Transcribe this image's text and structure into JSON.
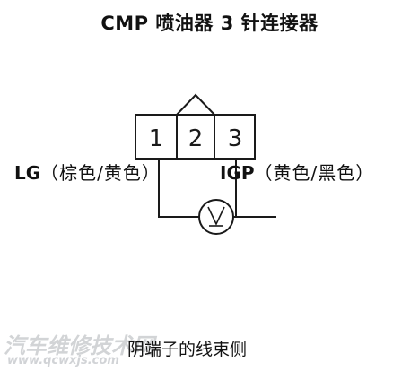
{
  "title": {
    "prefix": "CMP",
    "middle": "喷油器",
    "pin_count": "3",
    "suffix": "针连接器"
  },
  "connector": {
    "pins": [
      "1",
      "2",
      "3"
    ]
  },
  "wires": {
    "left": {
      "code": "LG",
      "colors": "（棕色/黄色）"
    },
    "right": {
      "code": "IGP",
      "colors": "（黄色/黑色）"
    }
  },
  "test_symbol": "voltmeter-icon",
  "footer_note": "阴端子的线束侧",
  "watermark": {
    "text": "汽车维修技术网",
    "url": "www.qcwxjs.com"
  },
  "colors": {
    "line": "#1a1a1a",
    "watermark": "#c7cacd"
  }
}
